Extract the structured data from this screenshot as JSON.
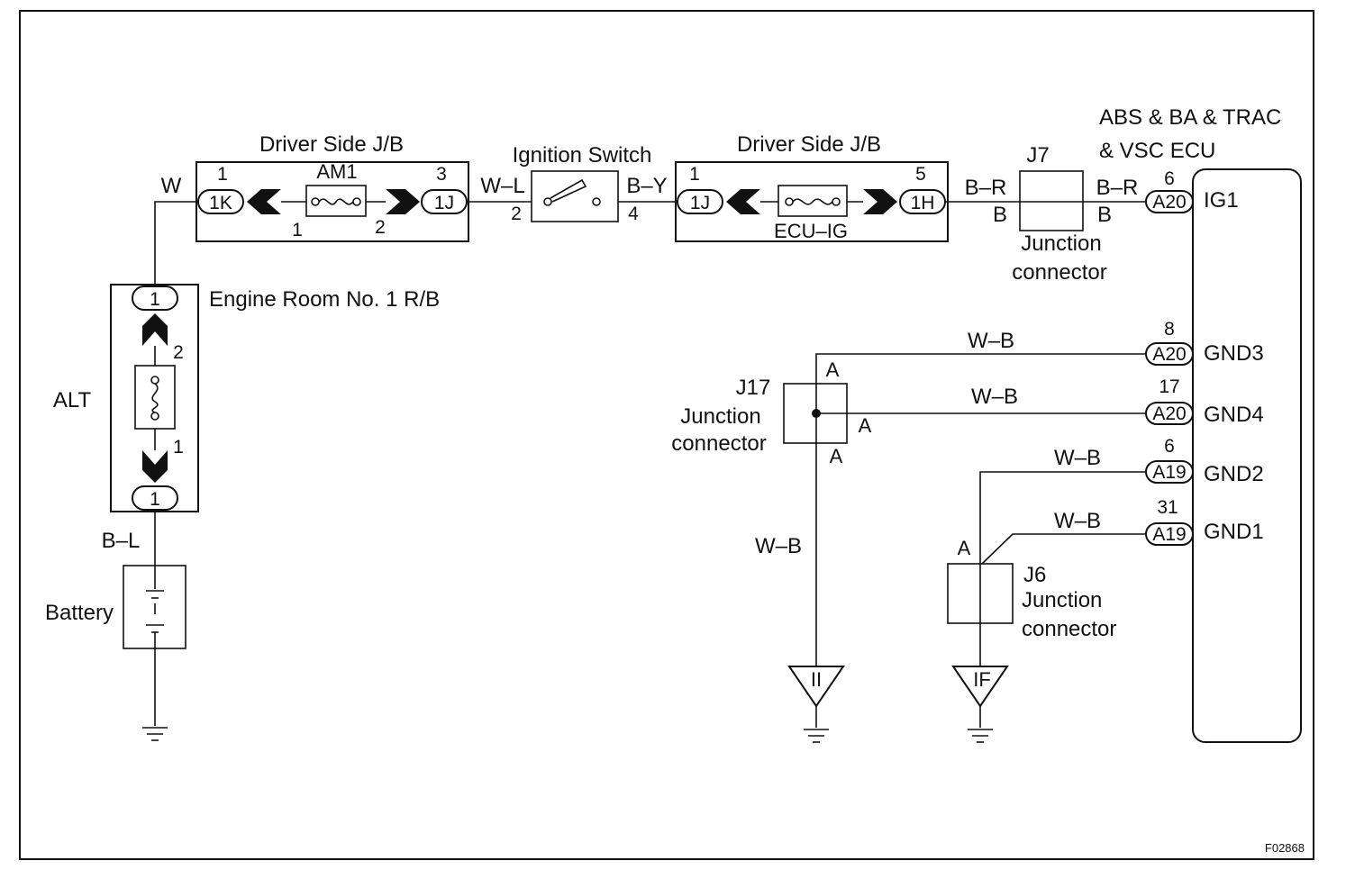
{
  "driver_jb_left": {
    "title": "Driver Side J/B",
    "fuse": "AM1",
    "pin_left_top": "1",
    "pin_left_conn": "1K",
    "pin_left_bottom": "1",
    "pin_right_top": "3",
    "pin_right_conn": "1J",
    "pin_right_bottom": "2"
  },
  "wire_w": "W",
  "ignition": {
    "title": "Ignition Switch",
    "wire_in": "W–L",
    "pin_in": "2",
    "wire_out": "B–Y",
    "pin_out": "4"
  },
  "driver_jb_right": {
    "title": "Driver Side J/B",
    "fuse": "ECU–IG",
    "pin_left_top": "1",
    "pin_left_conn": "1J",
    "pin_right_top": "5",
    "pin_right_conn": "1H"
  },
  "j7": {
    "name": "J7",
    "wire_in_top": "B–R",
    "wire_in_bottom": "B",
    "wire_out_top": "B–R",
    "wire_out_bottom": "B",
    "label_line1": "Junction",
    "label_line2": "connector"
  },
  "ecu": {
    "title_line1": "ABS & BA & TRAC",
    "title_line2": "& VSC ECU",
    "pins": [
      {
        "num": "6",
        "conn": "A20",
        "name": "IG1"
      },
      {
        "num": "8",
        "conn": "A20",
        "name": "GND3"
      },
      {
        "num": "17",
        "conn": "A20",
        "name": "GND4"
      },
      {
        "num": "6",
        "conn": "A19",
        "name": "GND2"
      },
      {
        "num": "31",
        "conn": "A19",
        "name": "GND1"
      }
    ]
  },
  "engine_rb": {
    "title": "Engine Room No. 1 R/B",
    "pin_top": "1",
    "pin_bottom": "1",
    "arrow_top": "2",
    "arrow_bottom": "1",
    "alt": "ALT"
  },
  "wire_bl": "B–L",
  "battery": "Battery",
  "j17": {
    "name": "J17",
    "label_line1": "Junction",
    "label_line2": "connector",
    "pin_top": "A",
    "pin_right": "A",
    "pin_bottom": "A"
  },
  "j6": {
    "name": "J6",
    "label_line1": "Junction",
    "label_line2": "connector",
    "pin": "A"
  },
  "wb": {
    "gnd3": "W–B",
    "gnd4": "W–B",
    "gnd2": "W–B",
    "gnd1": "W–B",
    "j17_down": "W–B"
  },
  "grounds": {
    "ii": "II",
    "if": "IF"
  },
  "figure_code": "F02868"
}
